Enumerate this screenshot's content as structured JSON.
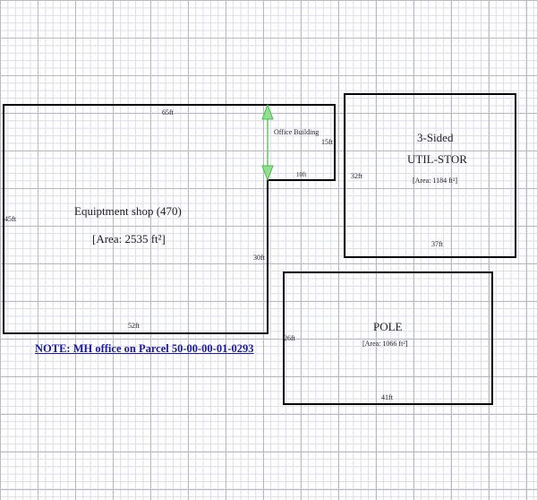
{
  "buildings": [
    {
      "name": "Equiptment shop (470)",
      "area": "[Area: 2535 ft²]",
      "dims": {
        "top": "65ft",
        "left": "45ft",
        "bottom": "52ft",
        "right": "30ft"
      }
    },
    {
      "name": "Office Building",
      "dims": {
        "right": "15ft",
        "bottom": "10ft"
      }
    },
    {
      "name_line1": "3-Sided",
      "name_line2": "UTIL-STOR",
      "area": "[Area: 1184 ft²]",
      "dims": {
        "left": "32ft",
        "bottom": "37ft"
      }
    },
    {
      "name": "POLE",
      "area": "[Area: 1066 ft²]",
      "dims": {
        "left": "26ft",
        "bottom": "41ft"
      }
    }
  ],
  "note": "NOTE: MH office on Parcel 50-00-00-01-0293",
  "colors": {
    "outline": "#000000",
    "arrow": "#5ccf5c",
    "link": "#1a1aa8"
  }
}
